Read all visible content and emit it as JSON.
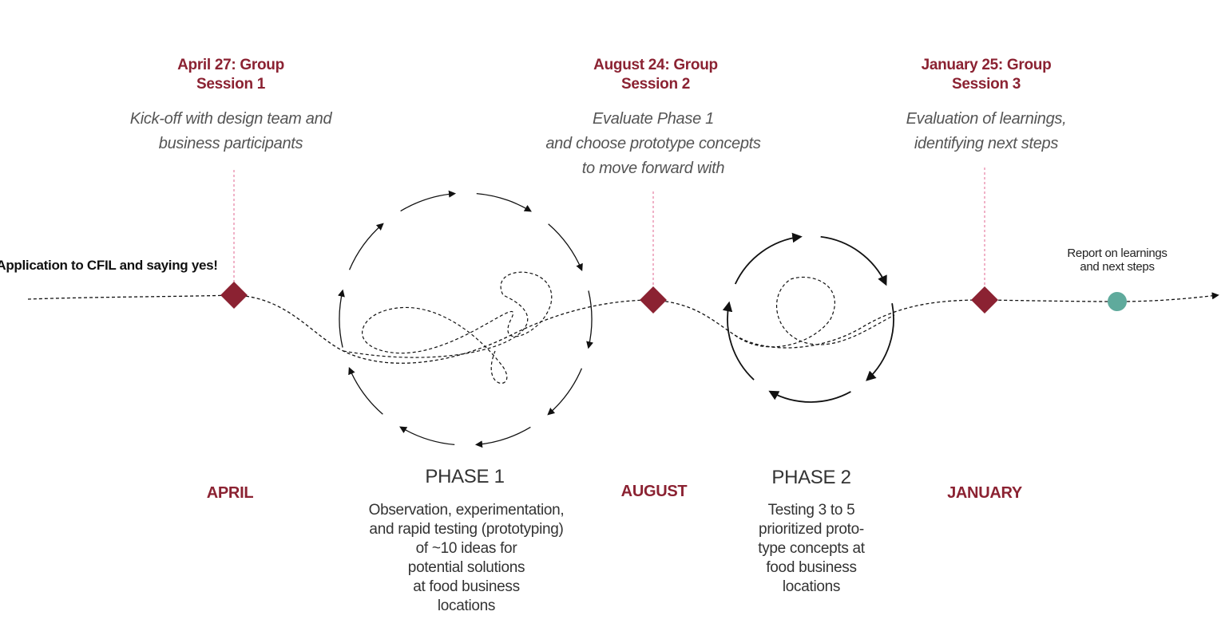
{
  "colors": {
    "accent": "#8b2232",
    "end_dot": "#5faa9c",
    "guide": "#e0668f"
  },
  "milestones": [
    {
      "date": "April 27: Group Session 1",
      "desc_lines": [
        "Kick-off with design team and",
        "business participants"
      ],
      "month": "APRIL"
    },
    {
      "date": "August 24: Group Session 2",
      "desc_lines": [
        "Evaluate Phase 1",
        "and  choose prototype concepts",
        "to move forward with"
      ],
      "month": "AUGUST"
    },
    {
      "date": "January 25: Group Session 3",
      "desc_lines": [
        "Evaluation of learnings,",
        "identifying next steps"
      ],
      "month": "JANUARY"
    }
  ],
  "start_note": "Application to CFIL and saying yes!",
  "end_note": "Report on learnings and next steps",
  "phases": [
    {
      "title": "PHASE 1",
      "desc_lines": [
        "Observation, experimentation,",
        "and rapid testing (prototyping)",
        "of ~10 ideas for",
        "potential solutions",
        "at food business",
        "locations"
      ]
    },
    {
      "title": "PHASE 2",
      "desc_lines": [
        "Testing 3 to 5",
        "prioritized proto-",
        "type concepts at",
        "food business",
        "locations"
      ]
    }
  ]
}
